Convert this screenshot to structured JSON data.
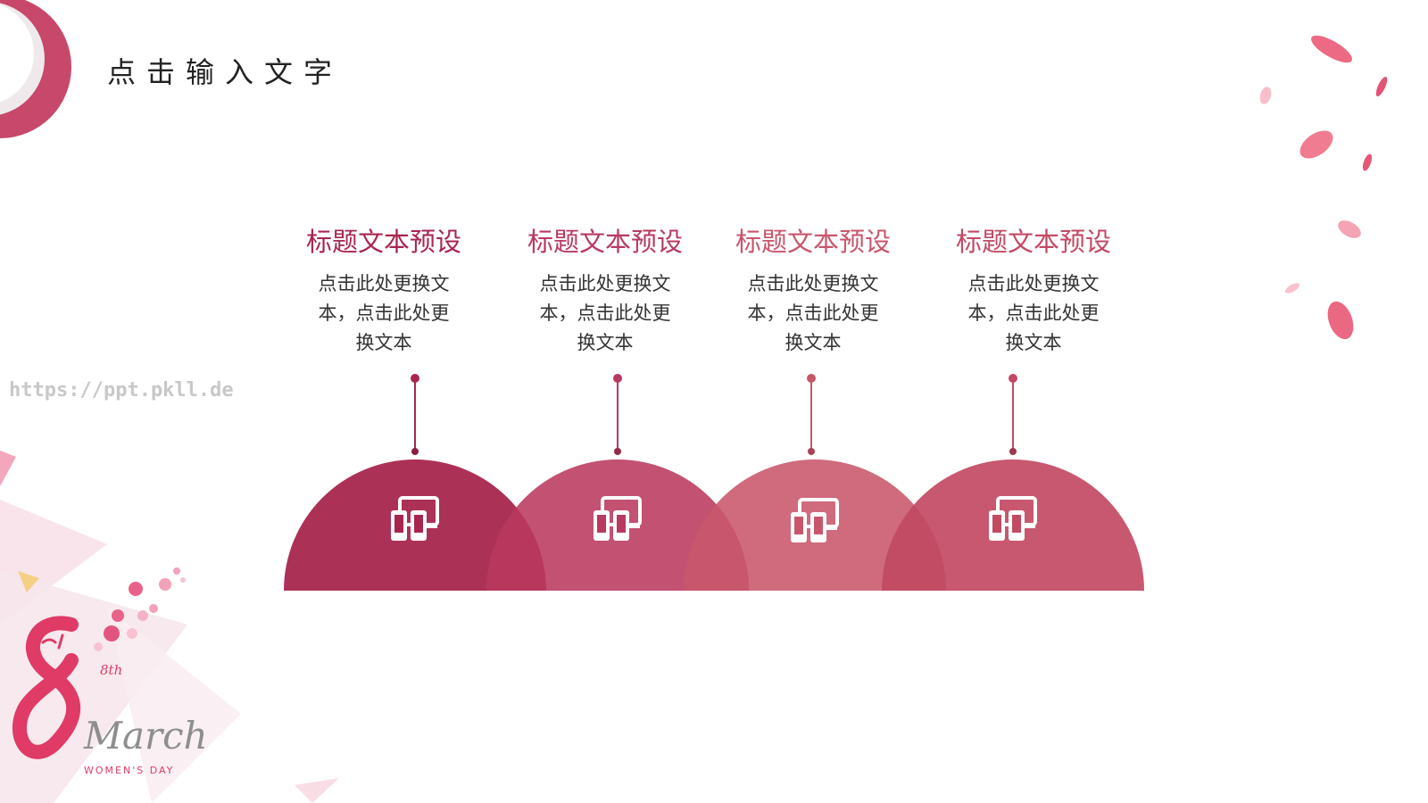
{
  "slide": {
    "title": "点击输入文字",
    "watermark": "https://ppt.pkll.de"
  },
  "columns": [
    {
      "title": "标题文本预设",
      "desc": "点击此处更换文\n本，点击此处更\n换文本",
      "color": "#A8264E",
      "icon": "devices-icon"
    },
    {
      "title": "标题文本预设",
      "desc": "点击此处更换文\n本，点击此处更\n换文本",
      "color": "#B9395F",
      "icon": "devices-icon"
    },
    {
      "title": "标题文本预设",
      "desc": "点击此处更换文\n本，点击此处更\n换文本",
      "color": "#C8566B",
      "icon": "devices-icon"
    },
    {
      "title": "标题文本预设",
      "desc": "点击此处更换文\n本，点击此处更\n换文本",
      "color": "#C24A63",
      "icon": "devices-icon"
    }
  ],
  "decor": {
    "badge_date": "8th",
    "badge_month": "March",
    "badge_caption": "WOMEN'S DAY",
    "accent": "#D7335F"
  }
}
